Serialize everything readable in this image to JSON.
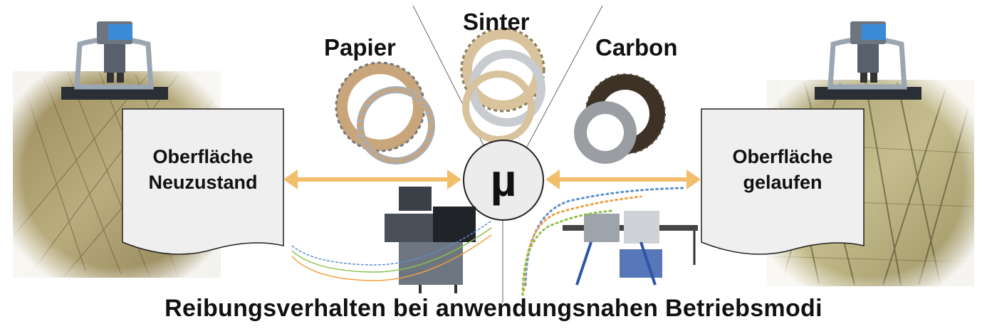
{
  "materials": {
    "paper": "Papier",
    "sinter": "Sinter",
    "carbon": "Carbon"
  },
  "surface_new": {
    "line1": "Oberfläche",
    "line2": "Neuzustand"
  },
  "surface_run": {
    "line1": "Oberfläche",
    "line2": "gelaufen"
  },
  "center_symbol": "µ",
  "caption": "Reibungsverhalten bei anwendungsnahen Betriebsmodi",
  "colors": {
    "arrow": "#f2be6b",
    "document_fill": "#efefef",
    "paper_lining": "#c9a57b",
    "sinter_lining": "#d8c39c",
    "carbon_lining": "#3e3226",
    "steel": "#b9bcc0",
    "curve_orange": "#f0a040",
    "curve_blue": "#5b8fd0",
    "curve_green": "#8cc04a"
  }
}
